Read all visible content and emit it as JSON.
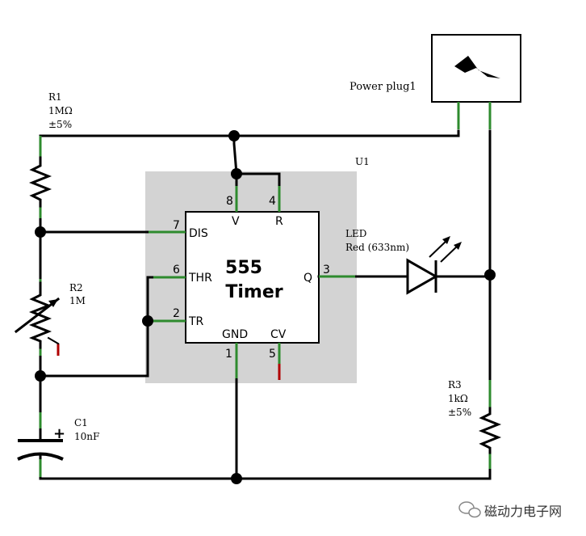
{
  "colors": {
    "chip_area": "#d3d3d3",
    "pin_green": "#2e8b2e",
    "pin_red": "#b00000",
    "wire": "#000000"
  },
  "power": {
    "label": "Power plug1",
    "icon": "lightning-bolt-icon"
  },
  "r1": {
    "name": "R1",
    "value": "1MΩ",
    "tolerance": "±5%"
  },
  "r2": {
    "name": "R2",
    "value": "1M"
  },
  "r3": {
    "name": "R3",
    "value": "1kΩ",
    "tolerance": "±5%"
  },
  "c1": {
    "name": "C1",
    "value": "10nF",
    "polarity": "+"
  },
  "u1": {
    "name": "U1",
    "title_line1": "555",
    "title_line2": "Timer",
    "pins": {
      "p8": {
        "num": "8",
        "label": "V"
      },
      "p4": {
        "num": "4",
        "label": "R"
      },
      "p7": {
        "num": "7",
        "label": "DIS"
      },
      "p6": {
        "num": "6",
        "label": "THR"
      },
      "p2": {
        "num": "2",
        "label": "TR"
      },
      "p3": {
        "num": "3",
        "label": "Q"
      },
      "p1": {
        "num": "1",
        "label": "GND"
      },
      "p5": {
        "num": "5",
        "label": "CV"
      }
    }
  },
  "led": {
    "name": "LED",
    "description": "Red (633nm)"
  },
  "watermark": {
    "text": "磁动力电子网",
    "icon": "wechat-icon"
  }
}
